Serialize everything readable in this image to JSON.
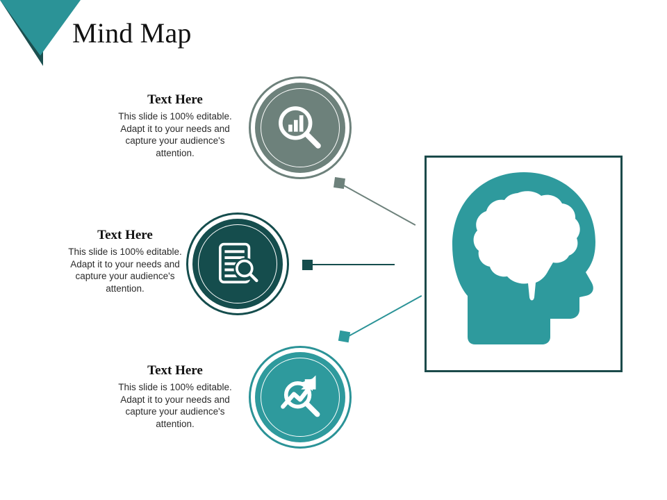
{
  "slide": {
    "title": "Mind Map",
    "background_color": "#ffffff"
  },
  "theme": {
    "dark_teal": "#154d4d",
    "frame_teal": "#1b4a4a",
    "mid_teal": "#2e9a9d",
    "light_teal": "#2b9397",
    "gray_green": "#6d817b",
    "title_color": "#111111",
    "body_text_color": "#2b2b2b"
  },
  "decor": {
    "corner_triangle_dark": "#1b4f4f",
    "corner_triangle_light": "#2b9397",
    "corner_icon_name": "corner-triangle-decoration"
  },
  "branches": [
    {
      "id": "branch-1",
      "heading": "Text Here",
      "body": "This slide is 100% editable. Adapt it to your needs and capture your audience's attention.",
      "icon_name": "magnifier-bar-chart-icon",
      "color": "#6d817b",
      "connector_name": "connector-branch-1",
      "connector_square_name": "connector-square-branch-1"
    },
    {
      "id": "branch-2",
      "heading": "Text Here",
      "body": "This slide is 100% editable. Adapt it to your needs and capture your audience's attention.",
      "icon_name": "document-magnifier-icon",
      "color": "#154d4d",
      "connector_name": "connector-branch-2",
      "connector_square_name": "connector-square-branch-2"
    },
    {
      "id": "branch-3",
      "heading": "Text Here",
      "body": "This slide is 100% editable. Adapt it to your needs and capture your audience's attention.",
      "icon_name": "magnifier-growth-arrow-icon",
      "color": "#2e9a9d",
      "connector_name": "connector-branch-3",
      "connector_square_name": "connector-square-branch-3"
    }
  ],
  "center": {
    "icon_name": "head-with-brain-icon",
    "fill_color": "#2e9a9d",
    "brain_color": "#ffffff",
    "frame_color": "#1b4a4a"
  }
}
